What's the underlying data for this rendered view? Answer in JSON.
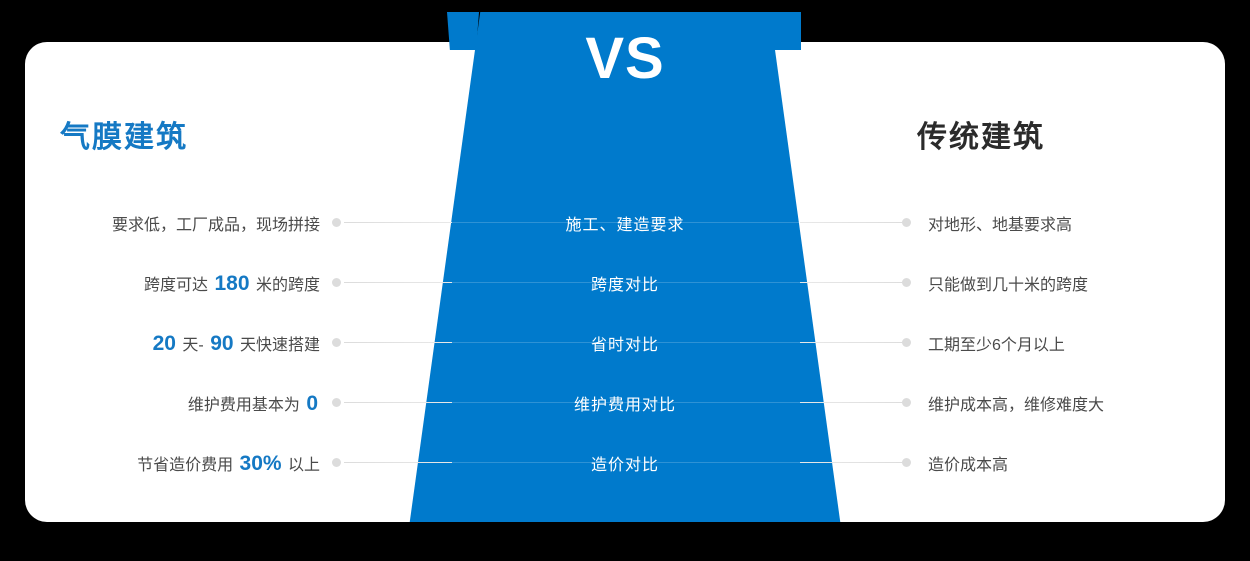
{
  "center": {
    "vs_label": "VS",
    "accent_color": "#007ACC"
  },
  "columns": {
    "left_heading": "气膜建筑",
    "right_heading": "传统建筑",
    "left_heading_color": "#1579C4",
    "right_heading_color": "#2B2B2B"
  },
  "rows": [
    {
      "left_prefix": "要求低，工厂成品，现场拼接",
      "left_value": "",
      "left_suffix": "",
      "middle": "施工、建造要求",
      "right": "对地形、地基要求高"
    },
    {
      "left_prefix": "跨度可达 ",
      "left_value": "180",
      "left_suffix": " 米的跨度",
      "middle": "跨度对比",
      "right": "只能做到几十米的跨度"
    },
    {
      "left_prefix": "",
      "left_value": "20",
      "left_suffix": " 天- ",
      "left_value2": "90",
      "left_suffix2": " 天快速搭建",
      "middle": "省时对比",
      "right": "工期至少6个月以上"
    },
    {
      "left_prefix": "维护费用基本为 ",
      "left_value": "0",
      "left_suffix": "",
      "middle": "维护费用对比",
      "right": "维护成本高，维修难度大"
    },
    {
      "left_prefix": "节省造价费用 ",
      "left_value": "30%",
      "left_suffix": " 以上",
      "middle": "造价对比",
      "right": "造价成本高"
    }
  ]
}
